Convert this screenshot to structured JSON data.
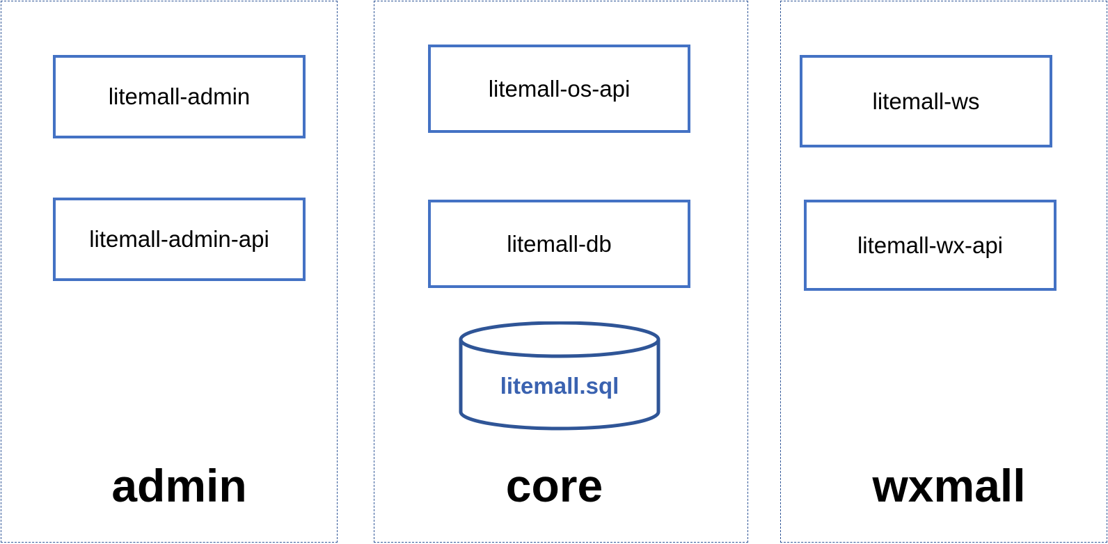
{
  "colors": {
    "box_border": "#4472c4",
    "group_border": "#2f5597",
    "cylinder_stroke": "#2f5597",
    "db_text": "#3a62b0",
    "text": "#000000"
  },
  "groups": {
    "admin": {
      "label": "admin",
      "modules": [
        "litemall-admin",
        "litemall-admin-api"
      ]
    },
    "core": {
      "label": "core",
      "modules": [
        "litemall-os-api",
        "litemall-db"
      ],
      "database": "litemall.sql"
    },
    "wxmall": {
      "label": "wxmall",
      "modules": [
        "litemall-ws",
        "litemall-wx-api"
      ]
    }
  }
}
